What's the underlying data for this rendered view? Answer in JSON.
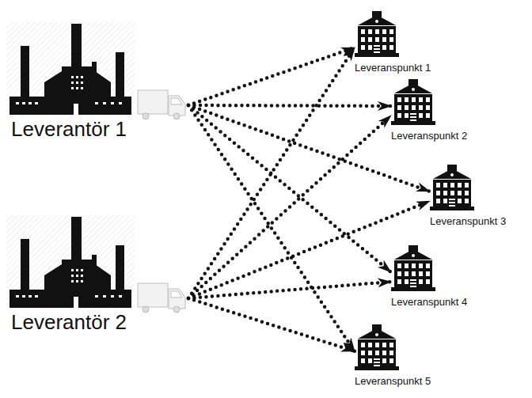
{
  "diagram": {
    "nodes": [
      {
        "text": [
          "Leverantör 1"
        ]
      },
      {
        "text": [
          "Leverantör 2"
        ]
      },
      {
        "text": [
          "Leveranspunkt 1"
        ]
      },
      {
        "text": [
          "Leveranspunkt 2"
        ]
      },
      {
        "text": [
          "Leveranspunkt 3"
        ]
      },
      {
        "text": [
          "Leveranspunkt 4"
        ]
      },
      {
        "text": [
          "Leveranspunkt 5"
        ]
      }
    ],
    "edges": [
      {
        "from": 0,
        "to": 2,
        "arrow": "to"
      },
      {
        "from": 0,
        "to": 3,
        "arrow": "to"
      },
      {
        "from": 0,
        "to": 4,
        "arrow": "to"
      },
      {
        "from": 0,
        "to": 5,
        "arrow": "to"
      },
      {
        "from": 0,
        "to": 6,
        "arrow": "to"
      },
      {
        "from": 1,
        "to": 2,
        "arrow": "to"
      },
      {
        "from": 1,
        "to": 3,
        "arrow": "to"
      },
      {
        "from": 1,
        "to": 4,
        "arrow": "to"
      },
      {
        "from": 1,
        "to": 5,
        "arrow": "to"
      },
      {
        "from": 1,
        "to": 6,
        "arrow": "to"
      }
    ]
  }
}
